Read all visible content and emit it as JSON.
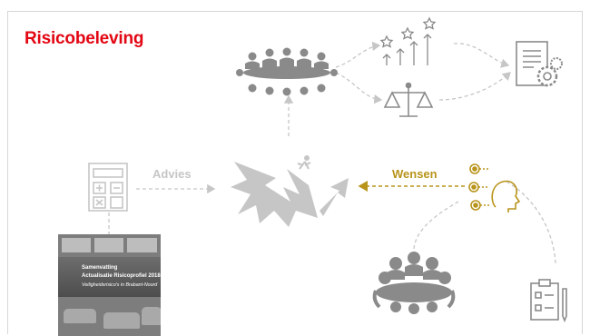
{
  "slide": {
    "title": "Risicobeleving",
    "labels": {
      "advies": "Advies",
      "wensen": "Wensen"
    },
    "report": {
      "line1": "Samenvatting",
      "line2": "Actualisatie Risicoprofiel 2018",
      "line3": "Veiligheidsrisico's in Brabant-Noord"
    }
  },
  "icons": {
    "meeting": "meeting-table-icon",
    "stars": "rising-stars-icon",
    "scale": "balance-scale-icon",
    "document": "document-gear-icon",
    "calculator": "calculator-icon",
    "crisis": "crisis-explosion-icon",
    "thinking": "thinking-person-icon",
    "audience": "audience-icon",
    "clipboard": "clipboard-icon"
  },
  "colors": {
    "title": "#e30613",
    "gray": "#c6c6c6",
    "gold": "#b8941b",
    "dark": "#8a8a8a"
  }
}
